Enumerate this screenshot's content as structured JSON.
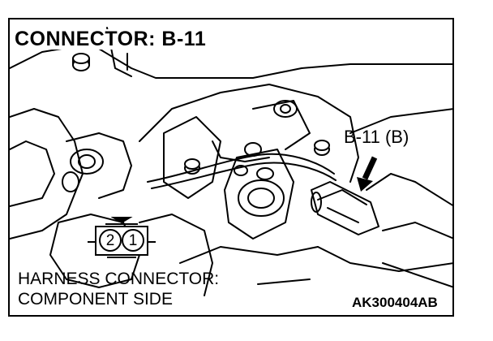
{
  "title": "CONNECTOR: B-11",
  "callout_label": "B-11 (B)",
  "harness_label_line1": "HARNESS CONNECTOR:",
  "harness_label_line2": "COMPONENT SIDE",
  "figure_code": "AK300404AB",
  "connector_pins": [
    "2",
    "1"
  ],
  "colors": {
    "line": "#000000",
    "background": "#ffffff"
  }
}
